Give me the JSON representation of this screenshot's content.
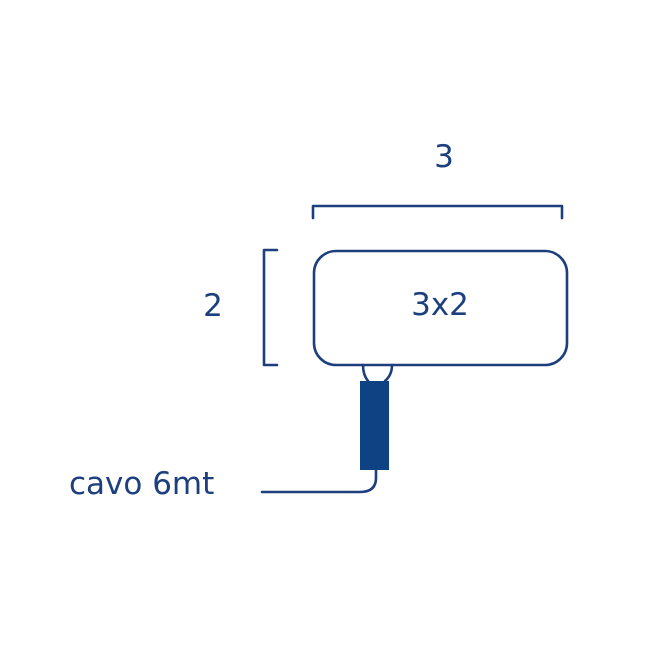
{
  "diagram": {
    "width_label": "3",
    "height_label": "2",
    "panel_label": "3x2",
    "cable_label": "cavo 6mt"
  },
  "colors": {
    "stroke": "#1d3f7e",
    "connector_fill": "#0e4283",
    "background": "#ffffff"
  }
}
